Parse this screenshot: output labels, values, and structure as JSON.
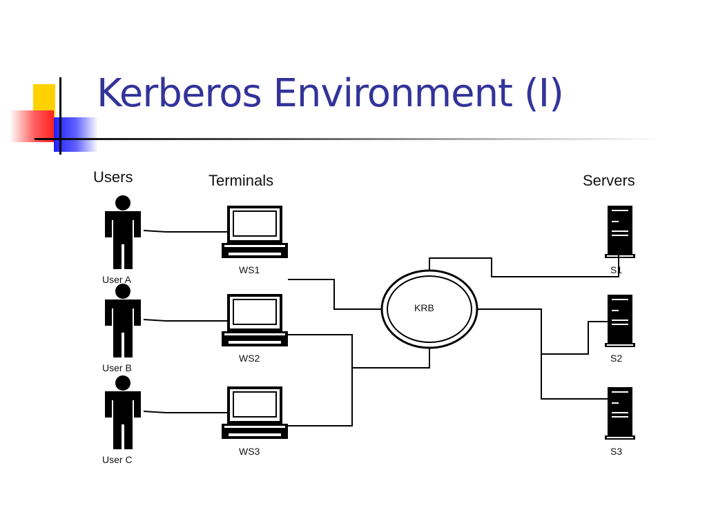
{
  "title": "Kerberos Environment (I)",
  "columns": {
    "users": "Users",
    "terminals": "Terminals",
    "servers": "Servers"
  },
  "users": [
    "User A",
    "User B",
    "User C"
  ],
  "terminals": [
    "WS1",
    "WS2",
    "WS3"
  ],
  "kdc": "KRB",
  "servers": [
    "S1",
    "S2",
    "S3"
  ],
  "colors": {
    "title": "#33339a",
    "deco_yellow": "#ffd100",
    "deco_red": "#ff2020",
    "deco_blue": "#2020ff"
  }
}
